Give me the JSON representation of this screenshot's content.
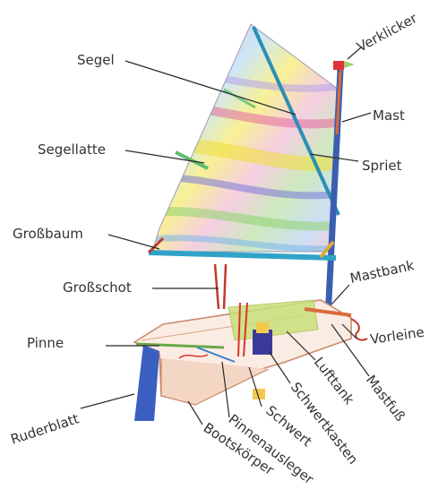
{
  "labels": {
    "segel": "Segel",
    "segellatte": "Segellatte",
    "grossbaum": "Großbaum",
    "grossschot": "Großschot",
    "pinne": "Pinne",
    "ruderblatt": "Ruderblatt",
    "verklicker": "Verklicker",
    "mast": "Mast",
    "spriet": "Spriet",
    "mastbank": "Mastbank",
    "vorleine": "Vorleine",
    "mastfuss": "Mastfuß",
    "lufttank": "Lufttank",
    "schwertkasten": "Schwertkasten",
    "schwert": "Schwert",
    "pinnenausleger": "Pinnenausleger",
    "bootskoerper": "Bootskörper"
  },
  "colors": {
    "mast": "#3b5fb0",
    "boom": "#2fa3c8",
    "flag": "#e0333c",
    "hull_outline": "#c98a6a",
    "tank": "#c8e07a",
    "rudder": "#3a5fc0",
    "centerboard": "#f0c850"
  }
}
